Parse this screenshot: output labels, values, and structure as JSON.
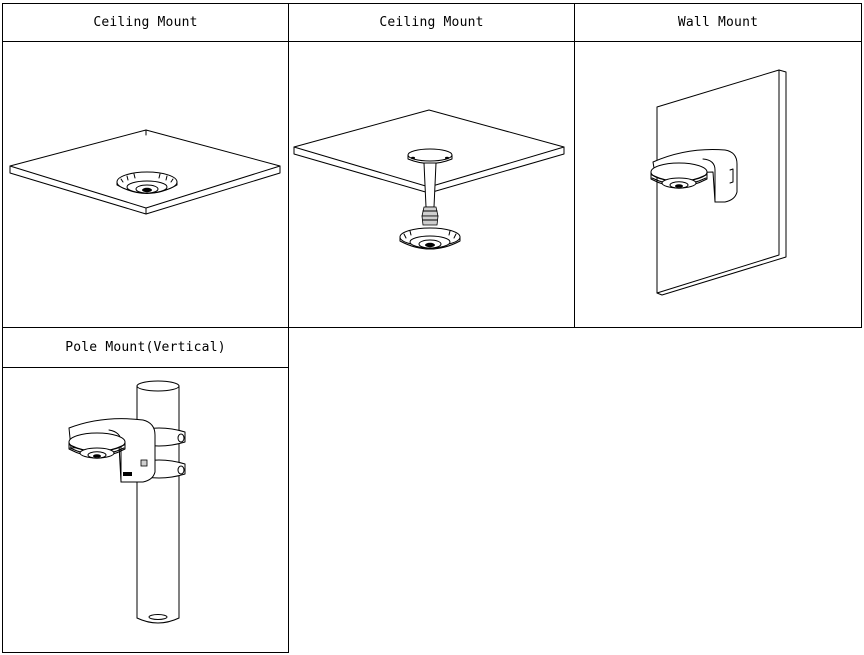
{
  "mounts": [
    {
      "label": "Ceiling Mount"
    },
    {
      "label": "Ceiling Mount"
    },
    {
      "label": "Wall Mount"
    },
    {
      "label": "Pole Mount(Vertical)"
    }
  ],
  "icons": {
    "ceiling": "ceiling-mount-illustration-icon",
    "pendant": "pendant-ceiling-mount-illustration-icon",
    "wall": "wall-mount-illustration-icon",
    "pole": "pole-mount-illustration-icon"
  },
  "colors": {
    "line": "#000000",
    "background": "#ffffff"
  }
}
